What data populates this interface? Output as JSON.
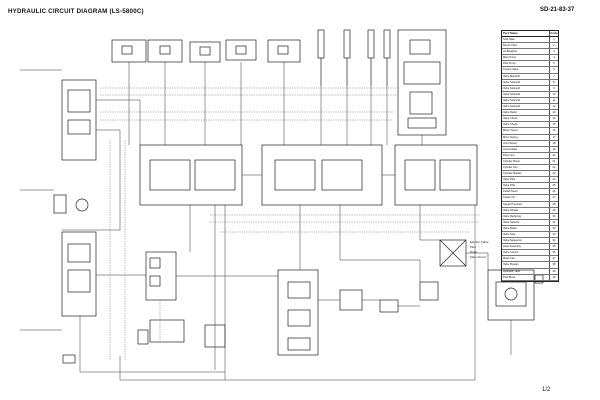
{
  "header": {
    "title": "HYDRAULIC CIRCUIT DIAGRAM (LS-5800C)",
    "doc_number": "SD-21-83-37"
  },
  "footer": {
    "page": "1/2"
  },
  "parts_list": {
    "col_name": "Part Name",
    "col_code": "Code",
    "rows": [
      {
        "name": "Tank Main",
        "code": "1"
      },
      {
        "name": "Return Filter",
        "code": "2"
      },
      {
        "name": "Air Breather",
        "code": "3"
      },
      {
        "name": "Main Pump",
        "code": "4"
      },
      {
        "name": "Pilot Pump",
        "code": "5"
      },
      {
        "name": "Control Valve",
        "code": "6"
      },
      {
        "name": "Valve Manifold",
        "code": "7"
      },
      {
        "name": "Valve Solenoid",
        "code": "8"
      },
      {
        "name": "Valve Solenoid",
        "code": "9"
      },
      {
        "name": "Valve Solenoid",
        "code": "10"
      },
      {
        "name": "Valve Solenoid",
        "code": "11"
      },
      {
        "name": "Valve Solenoid",
        "code": "12"
      },
      {
        "name": "Valve Relief",
        "code": "13"
      },
      {
        "name": "Valve Check",
        "code": "14"
      },
      {
        "name": "Valve Check",
        "code": "15"
      },
      {
        "name": "Motor Travel",
        "code": "16"
      },
      {
        "name": "Motor Swing",
        "code": "17"
      },
      {
        "name": "Joint Swivel",
        "code": "18"
      },
      {
        "name": "Accumulator",
        "code": "19"
      },
      {
        "name": "Filter Line",
        "code": "20"
      },
      {
        "name": "Cylinder Boom",
        "code": "21"
      },
      {
        "name": "Cylinder Arm",
        "code": "22"
      },
      {
        "name": "Cylinder Bucket",
        "code": "23"
      },
      {
        "name": "Valve Pilot",
        "code": "24"
      },
      {
        "name": "Valve Pilot",
        "code": "25"
      },
      {
        "name": "Pedal Travel",
        "code": "26"
      },
      {
        "name": "Cooler Oil",
        "code": "27"
      },
      {
        "name": "Gauge Pressure",
        "code": "28"
      },
      {
        "name": "Valve Shuttle",
        "code": "29"
      },
      {
        "name": "Valve Reducing",
        "code": "30"
      },
      {
        "name": "Valve Selector",
        "code": "31"
      },
      {
        "name": "Valve Brake",
        "code": "32"
      },
      {
        "name": "Valve Stop",
        "code": "33"
      },
      {
        "name": "Valve Sequence",
        "code": "34"
      },
      {
        "name": "Hose Assembly",
        "code": "35"
      },
      {
        "name": "Valve Control",
        "code": "36"
      },
      {
        "name": "Motor Fan",
        "code": "37"
      },
      {
        "name": "Valve Bypass",
        "code": "38"
      },
      {
        "name": "Hydraulic Tank",
        "code": "39"
      },
      {
        "name": "Pilot Block",
        "code": "40"
      }
    ]
  },
  "notes": [
    "Electric Cable",
    "Pilot",
    "Drain",
    "Main Circuit"
  ]
}
